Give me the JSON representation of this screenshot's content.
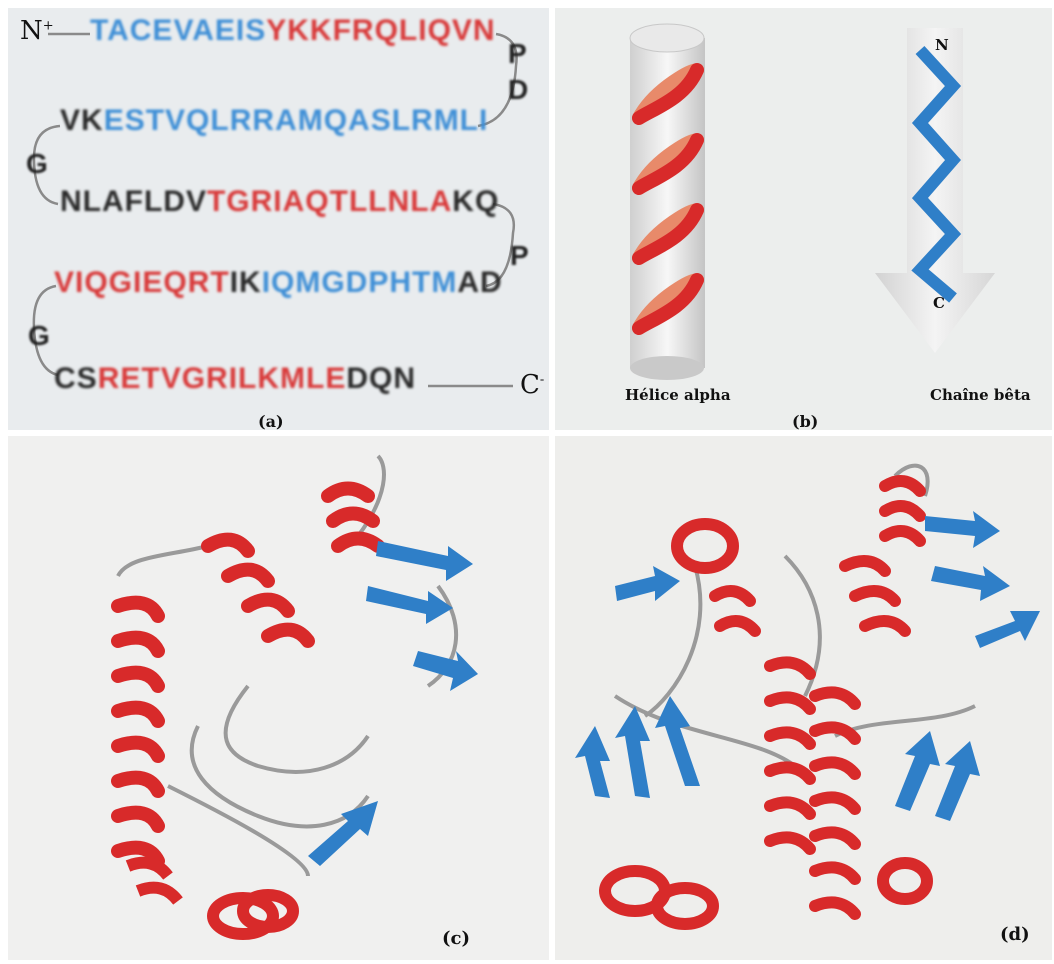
{
  "panel_a": {
    "label": "(a)",
    "n_terminus": "N",
    "n_charge": "+",
    "c_terminus": "C",
    "c_charge": "-",
    "lines": [
      [
        {
          "t": "TACEVAEIS",
          "c": "blue"
        },
        {
          "t": "YKKFRQLIQVN",
          "c": "red"
        }
      ],
      [
        {
          "t": "VK",
          "c": "blk"
        },
        {
          "t": "ESTVQLRRAMQASLRMLI",
          "c": "blue"
        }
      ],
      [
        {
          "t": "NLAFLDV",
          "c": "blk"
        },
        {
          "t": "TGRIAQTLLNLA",
          "c": "red"
        },
        {
          "t": "KQ",
          "c": "blk"
        }
      ],
      [
        {
          "t": "VIQGIEQRT",
          "c": "red"
        },
        {
          "t": "IK",
          "c": "blk"
        },
        {
          "t": "IQMGDPHTM",
          "c": "blue"
        },
        {
          "t": "AD",
          "c": "blk"
        }
      ],
      [
        {
          "t": "CS",
          "c": "blk"
        },
        {
          "t": "RETVGRILKMLE",
          "c": "red"
        },
        {
          "t": "DQN",
          "c": "blk"
        }
      ]
    ],
    "connectors": [
      "P",
      "D",
      "G",
      "P",
      "G"
    ]
  },
  "panel_b": {
    "label": "(b)",
    "helix_caption": "Hélice alpha",
    "strand_caption": "Chaîne bêta",
    "strand_n": "N",
    "strand_c": "C"
  },
  "panel_c": {
    "label": "(c)"
  },
  "panel_d": {
    "label": "(d)"
  },
  "colors": {
    "helix": "#d82a2a",
    "strand": "#2f7fc8",
    "coil": "#9a9a9a",
    "blue_text": "#3f8fd6",
    "red_text": "#d83a3a"
  }
}
